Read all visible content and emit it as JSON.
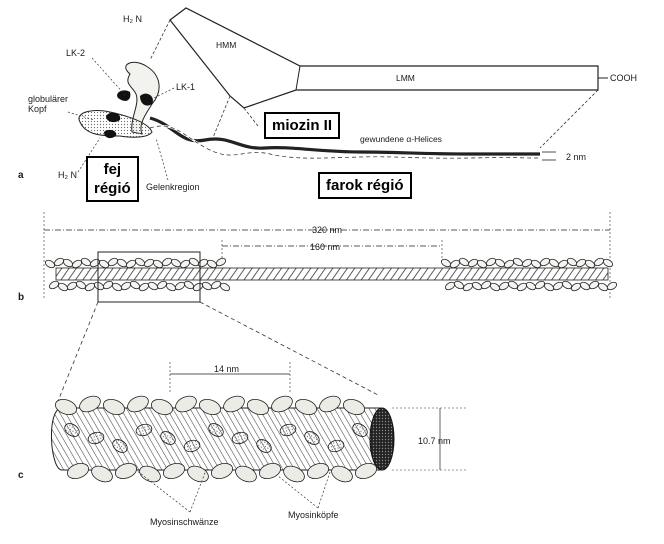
{
  "panel_a": {
    "letter": "a",
    "h2n_top": "H₂ N",
    "hmm": "HMM",
    "lmm": "LMM",
    "cooh": "COOH",
    "lk2": "LK-2",
    "lk1": "LK-1",
    "globular_head_line1": "globulärer",
    "globular_head_line2": "Kopf",
    "h2n_bottom": "H₂ N",
    "joint": "Gelenkregion",
    "helices": "gewundene α-Helices",
    "width_2nm": "2 nm"
  },
  "overlays": {
    "myosin": "miozin II",
    "head_line1": "fej",
    "head_line2": "régió",
    "tail": "farok régió"
  },
  "panel_b": {
    "letter": "b",
    "length_total": "320 nm",
    "length_bare": "160 nm"
  },
  "panel_c": {
    "letter": "c",
    "spacing": "14 nm",
    "diameter": "10.7 nm",
    "tails": "Myosinschwänze",
    "heads": "Myosinköpfe"
  }
}
